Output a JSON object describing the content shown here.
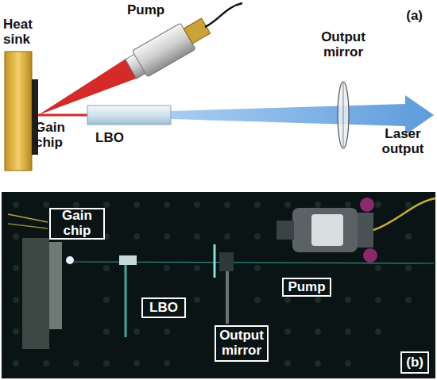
{
  "diagram": {
    "nodes": [
      {
        "text": [
          "(a)"
        ]
      },
      {
        "text": [
          "(b)"
        ]
      },
      {
        "text": [
          "Gain chip"
        ],
        "in": 1
      },
      {
        "text": [
          "Pump"
        ],
        "in": 1
      },
      {
        "text": [
          "LBO"
        ],
        "in": 1
      },
      {
        "text": [
          "Output mirror"
        ],
        "in": 1
      }
    ],
    "labels": [
      "Pump",
      "Heat sink",
      "Output mirror",
      "Gain chip",
      "LBO",
      "Laser output"
    ]
  }
}
